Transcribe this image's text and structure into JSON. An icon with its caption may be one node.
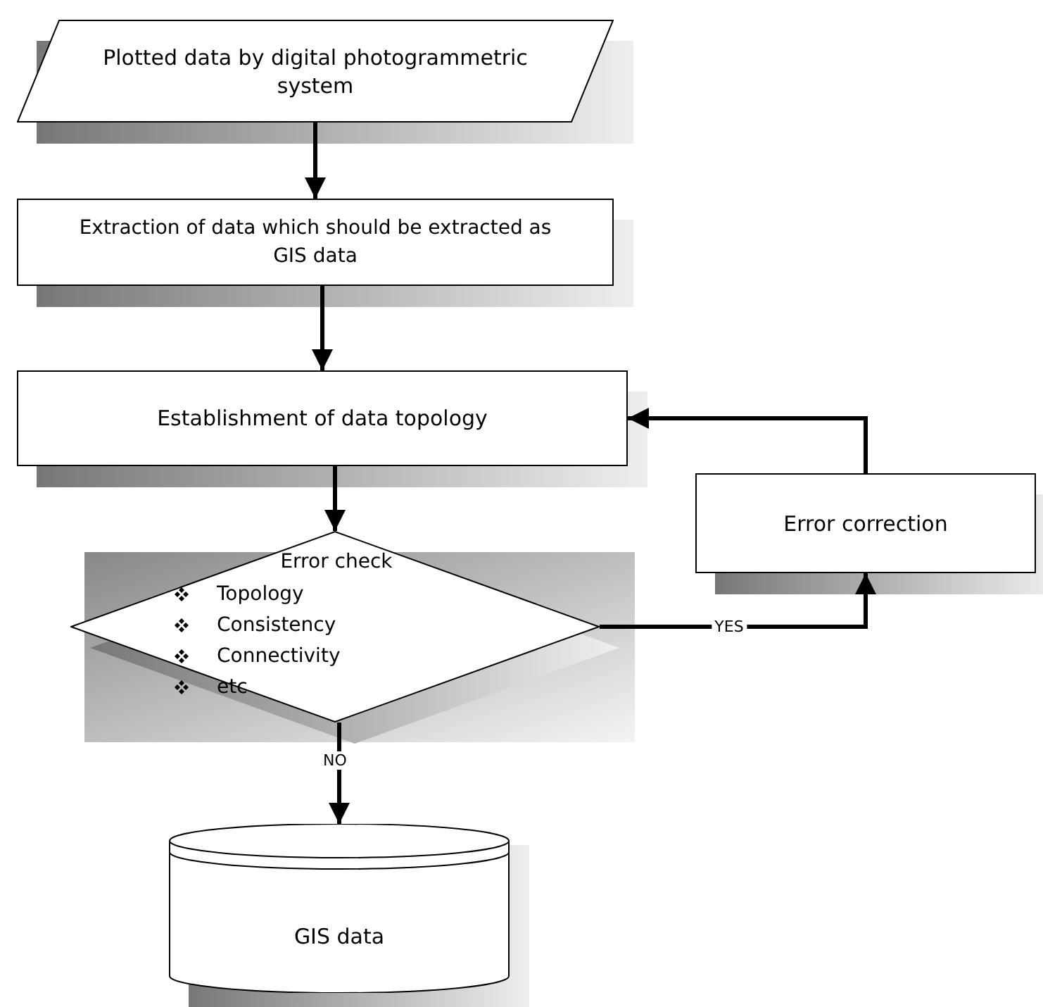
{
  "diagram": {
    "nodes": [
      {
        "text": [
          "Plotted data by digital photogrammetric system"
        ]
      },
      {
        "text": [
          "Extraction of data which should be extracted as GIS data"
        ]
      },
      {
        "text": [
          "Establishment of data topology"
        ]
      },
      {
        "text": [
          "Error check",
          "Topology",
          "Consistency",
          "Connectivity",
          "etc"
        ]
      },
      {
        "text": [
          "Error correction"
        ]
      },
      {
        "text": [
          "GIS data"
        ]
      }
    ],
    "edges": [
      {
        "from": 0,
        "to": 1,
        "arrow": "to"
      },
      {
        "from": 1,
        "to": 2,
        "arrow": "to"
      },
      {
        "from": 2,
        "to": 3,
        "arrow": "to"
      },
      {
        "from": 3,
        "to": 4,
        "arrow": "to",
        "label": "YES"
      },
      {
        "from": 4,
        "to": 2,
        "arrow": "to"
      },
      {
        "from": 3,
        "to": 5,
        "arrow": "to",
        "label": "NO"
      }
    ]
  }
}
